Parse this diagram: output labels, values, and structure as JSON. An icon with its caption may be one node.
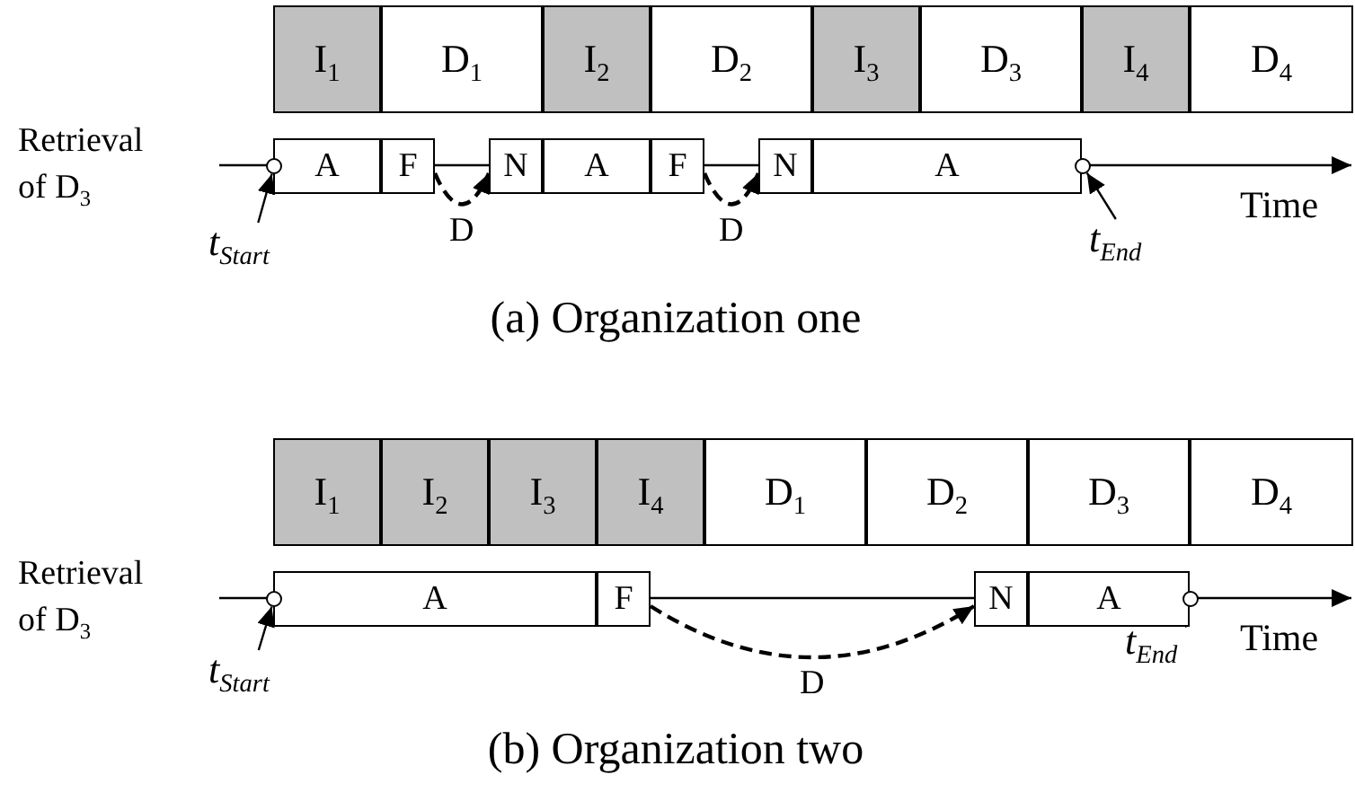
{
  "diagram": {
    "nodes": [
      {
        "text": [
          "I$_{1}$"
        ]
      },
      {
        "text": [
          "D$_{1}$"
        ]
      },
      {
        "text": [
          "I$_{2}$"
        ]
      },
      {
        "text": [
          "D$_{2}$"
        ]
      },
      {
        "text": [
          "I$_{3}$"
        ]
      },
      {
        "text": [
          "D$_{3}$"
        ]
      },
      {
        "text": [
          "I$_{4}$"
        ]
      },
      {
        "text": [
          "D$_{4}$"
        ]
      },
      {
        "text": [
          "A"
        ]
      },
      {
        "text": [
          "F"
        ]
      },
      {
        "text": [
          "N"
        ]
      },
      {
        "text": [
          "A"
        ]
      },
      {
        "text": [
          "F"
        ]
      },
      {
        "text": [
          "N"
        ]
      },
      {
        "text": [
          "A"
        ]
      },
      {
        "text": [],
        "shape": "circle"
      },
      {
        "text": [],
        "shape": "circle"
      },
      {
        "text": [
          "t$_{Start}$"
        ]
      },
      {
        "text": [
          "t$_{End}$"
        ]
      },
      {
        "text": [
          "I$_{1}$"
        ]
      },
      {
        "text": [
          "I$_{2}$"
        ]
      },
      {
        "text": [
          "I$_{3}$"
        ]
      },
      {
        "text": [
          "I$_{4}$"
        ]
      },
      {
        "text": [
          "D$_{1}$"
        ]
      },
      {
        "text": [
          "D$_{2}$"
        ]
      },
      {
        "text": [
          "D$_{3}$"
        ]
      },
      {
        "text": [
          "D$_{4}$"
        ]
      },
      {
        "text": [
          "A"
        ]
      },
      {
        "text": [
          "F"
        ]
      },
      {
        "text": [
          "N"
        ]
      },
      {
        "text": [
          "A"
        ]
      },
      {
        "text": [],
        "shape": "circle"
      },
      {
        "text": [],
        "shape": "circle"
      },
      {
        "text": [
          "t$_{Start}$"
        ]
      },
      {
        "text": [
          "t$_{End}$"
        ]
      }
    ],
    "edges": [
      {
        "from": 9,
        "to": 10,
        "arrow": "to",
        "style": "dashed",
        "label": "D"
      },
      {
        "from": 12,
        "to": 13,
        "arrow": "to",
        "style": "dashed",
        "label": "D"
      },
      {
        "from": 17,
        "to": 15,
        "arrow": "to"
      },
      {
        "from": 18,
        "to": 16,
        "arrow": "to"
      },
      {
        "from": 28,
        "to": 29,
        "arrow": "to",
        "style": "dashed",
        "label": "D"
      },
      {
        "from": 33,
        "to": 31,
        "arrow": "to"
      },
      {
        "from": 34,
        "to": 32,
        "arrow": "to"
      }
    ],
    "labels": [
      "Retrieval of D$_{3}$",
      "Time",
      "(a) Organization one",
      "Retrieval of D$_{3}$",
      "Time",
      "(b) Organization two"
    ]
  }
}
